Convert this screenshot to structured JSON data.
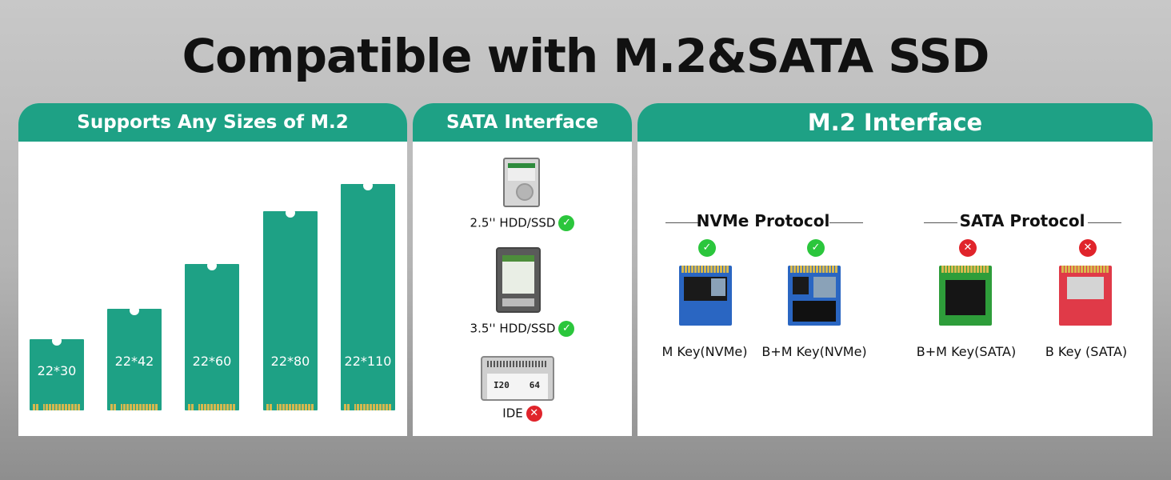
{
  "headline": "Compatible with M.2&SATA SSD",
  "panels": {
    "sizes": {
      "title": "Supports Any Sizes of M.2",
      "sticks": [
        "22*30",
        "22*42",
        "22*60",
        "22*80",
        "22*110"
      ]
    },
    "sata": {
      "title": "SATA Interface",
      "drives": [
        {
          "label": "2.5'' HDD/SSD",
          "supported": true
        },
        {
          "label": "3.5'' HDD/SSD",
          "supported": true
        },
        {
          "label": "IDE",
          "supported": false
        }
      ],
      "ide_drive_text": {
        "model": "I20",
        "capacity": "64"
      }
    },
    "m2": {
      "title": "M.2 Interface",
      "protocols": [
        {
          "name": "NVMe Protocol",
          "keys": [
            {
              "label": "M Key(NVMe)",
              "supported": true
            },
            {
              "label": "B+M Key(NVMe)",
              "supported": true
            }
          ]
        },
        {
          "name": "SATA Protocol",
          "keys": [
            {
              "label": "B+M Key(SATA)",
              "supported": false
            },
            {
              "label": "B Key (SATA)",
              "supported": false
            }
          ]
        }
      ]
    }
  },
  "colors": {
    "accent": "#1ea185",
    "ok": "#2bc63c",
    "no": "#e0242b"
  },
  "icons": {
    "ok": "check-icon",
    "no": "cross-icon"
  }
}
